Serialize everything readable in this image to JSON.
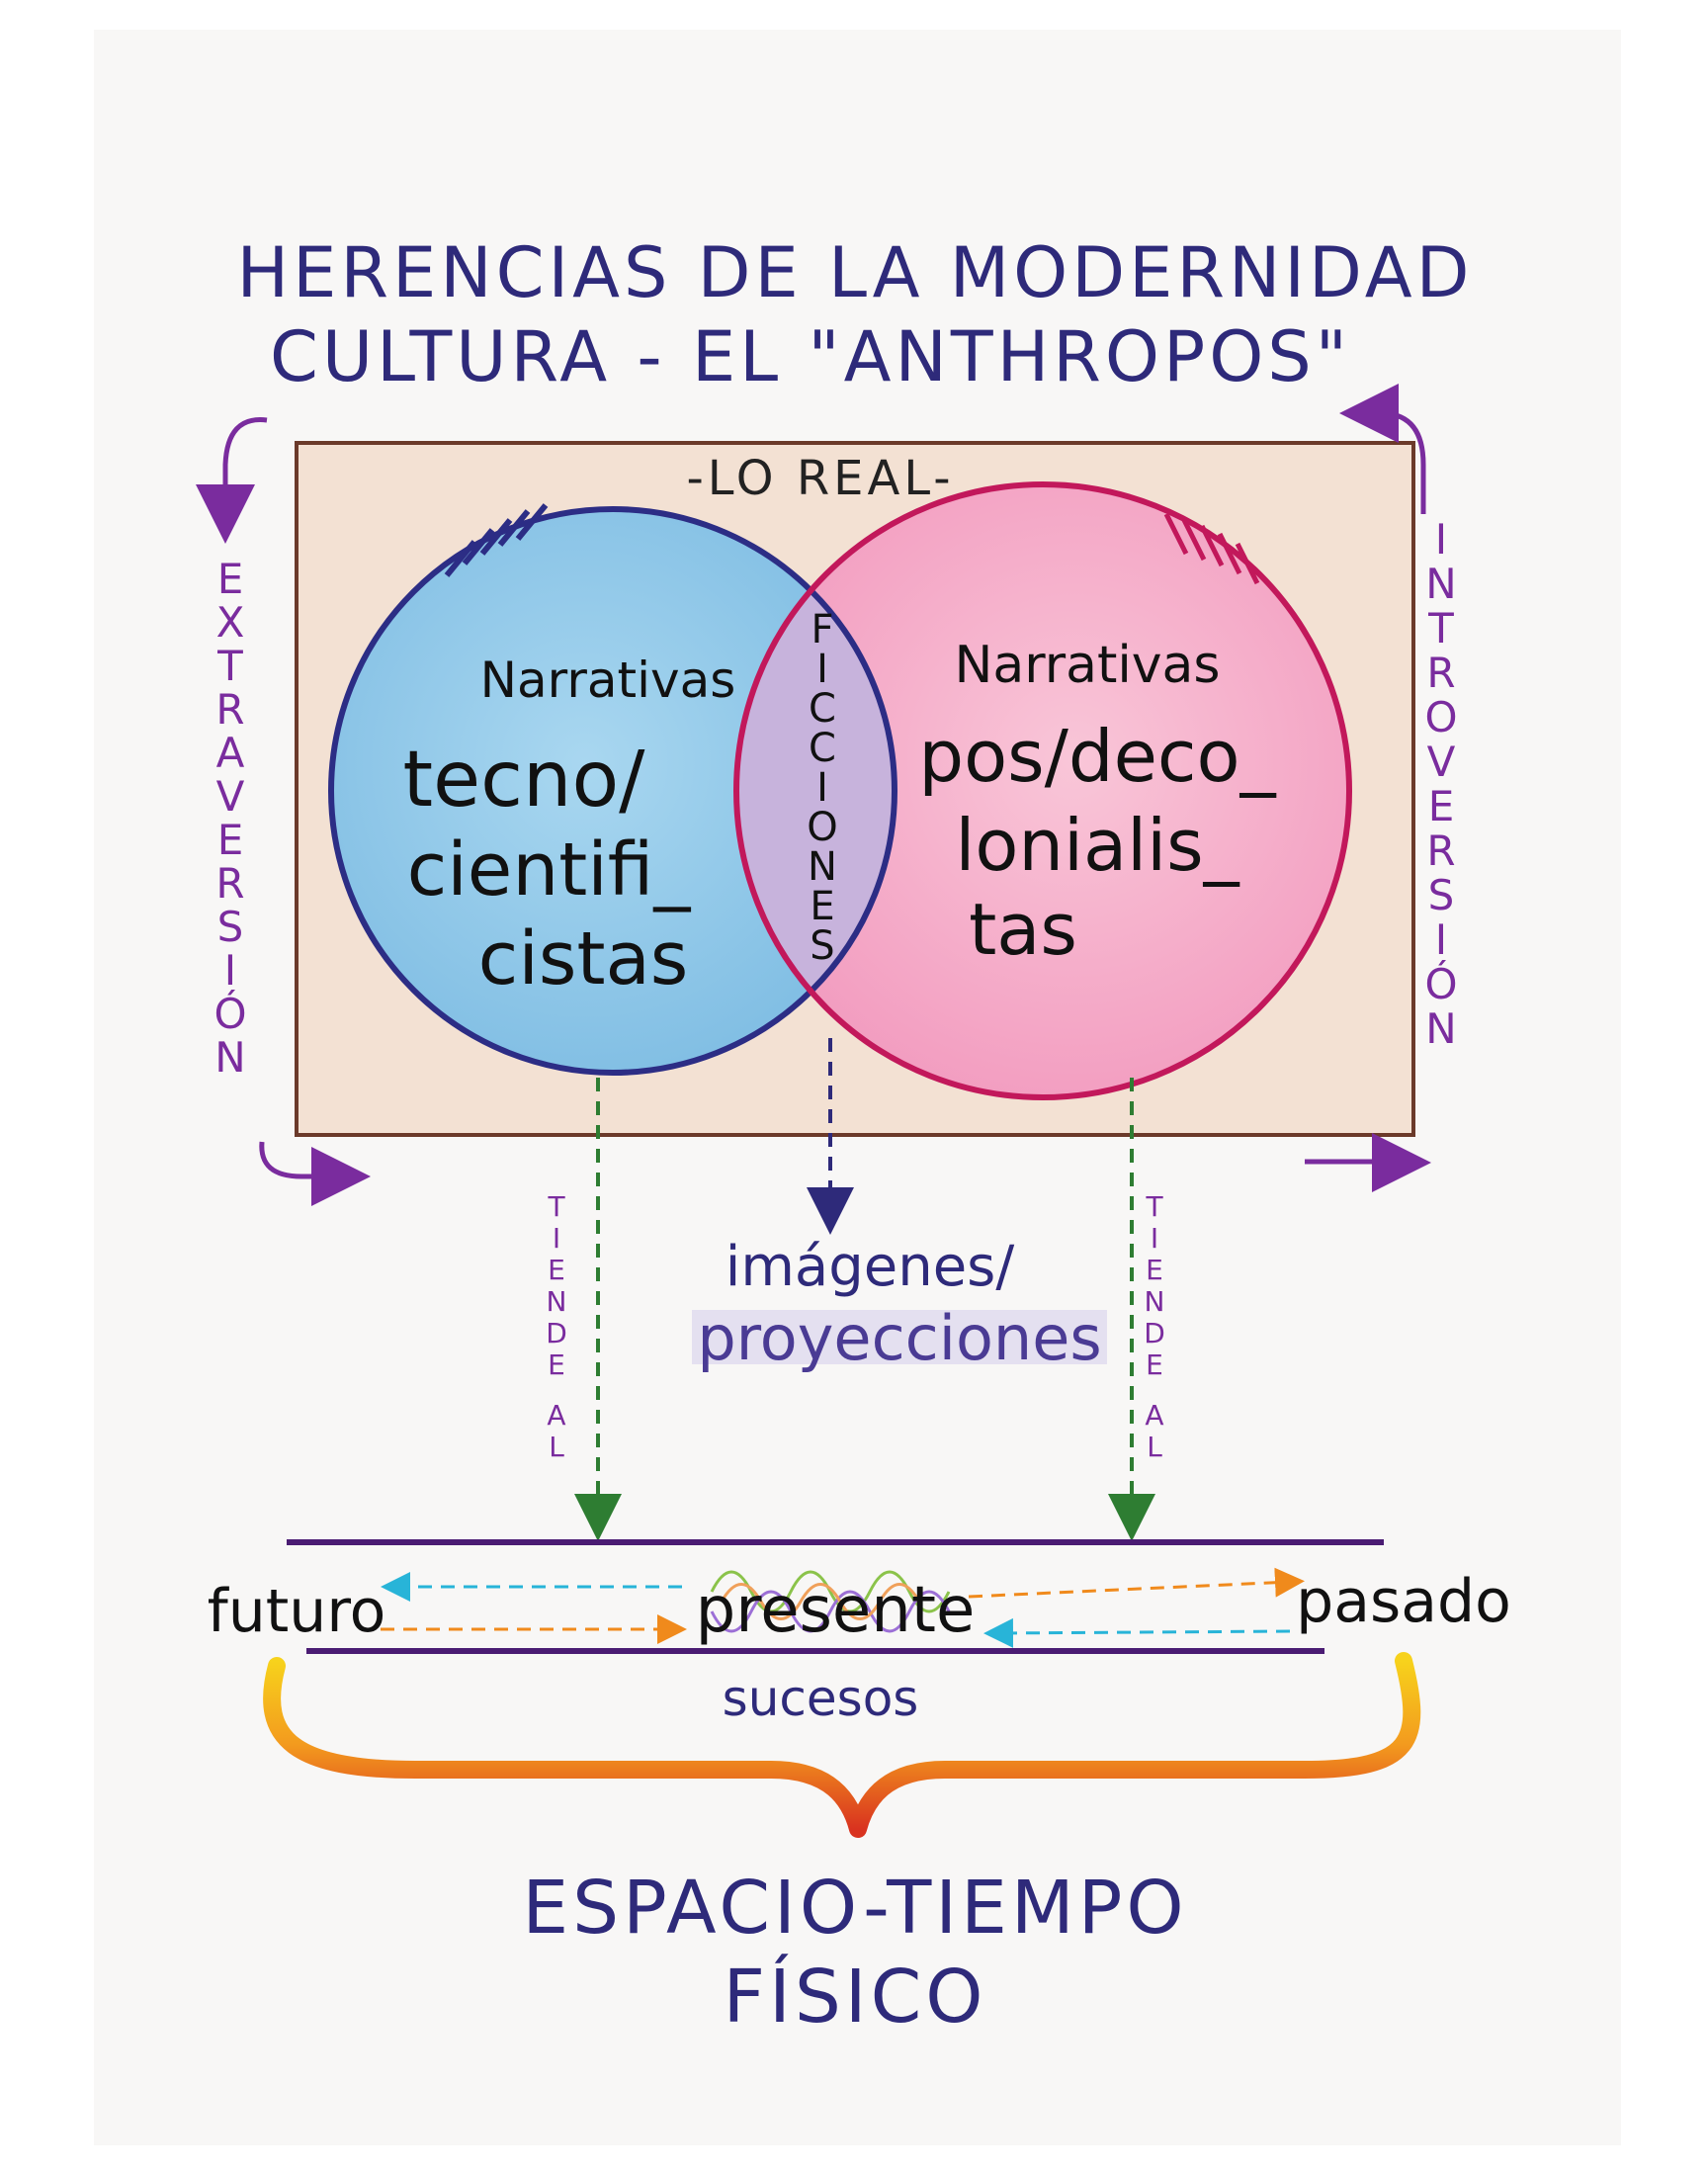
{
  "title": {
    "line1": "HERENCIAS DE LA MODERNIDAD",
    "line2": "CULTURA - EL \"ANTHROPOS\""
  },
  "box": {
    "label": "-LO REAL-"
  },
  "left_circle": {
    "heading": "Narrativas",
    "lines": [
      "tecno/",
      "cientifi_",
      "cistas"
    ]
  },
  "right_circle": {
    "heading": "Narrativas",
    "lines": [
      "pos/deco_",
      "lonialis_",
      "tas"
    ]
  },
  "intersection": {
    "label": "FICCIONES"
  },
  "left_side_label": "EXTRAVERSIÓN",
  "right_side_label": "INTROVERSIÓN",
  "left_tends": "TIENDE AL",
  "right_tends": "TIENDE AL",
  "center_output": {
    "line1": "imágenes/",
    "line2": "proyecciones"
  },
  "timeline": {
    "left": "futuro",
    "center": "presente",
    "right": "pasado",
    "below": "sucesos"
  },
  "footer": {
    "line1": "ESPACIO-TIEMPO",
    "line2": "FÍSICO"
  },
  "colors": {
    "ink": "#2e2a7a",
    "purple": "#7a2c9e",
    "blue_fill": "#9fd0ec",
    "pink_fill": "#f6b5cf",
    "overlap_fill": "#c7b3dc",
    "box_fill": "#f3e1d3",
    "box_stroke": "#6b3a2a",
    "left_stroke": "#2c2d85",
    "right_stroke": "#c2185b",
    "green_dash": "#2e7d32",
    "orange": "#f08a1c",
    "cyan": "#28b4d8"
  }
}
